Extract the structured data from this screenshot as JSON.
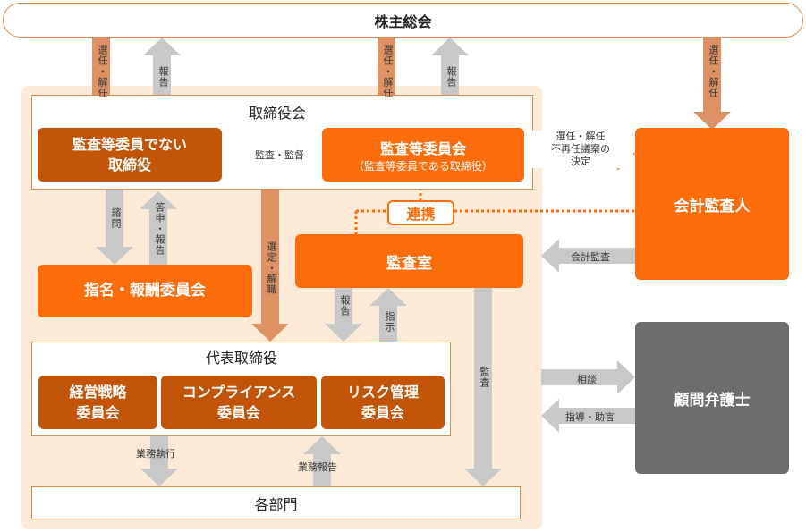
{
  "shareholders": "株主総会",
  "board": {
    "title": "取締役会",
    "non_committee": "監査等委員でない\n取締役",
    "committee_title": "監査等委員会",
    "committee_sub": "（監査等委員である取締役）"
  },
  "nomination": "指名・報酬委員会",
  "audit_office": "監査室",
  "collab": "連携",
  "rep": {
    "title": "代表取締役",
    "committees": [
      "経営戦略\n委員会",
      "コンプライアンス\n委員会",
      "リスク管理\n委員会"
    ]
  },
  "departments": "各部門",
  "auditor": "会計監査人",
  "lawyer": "顧問弁護士",
  "labels": {
    "appoint_1": "選任・解任",
    "report_1": "報告",
    "appoint_2": "選任・解任",
    "report_2": "報告",
    "appoint_3": "選任・解任",
    "audit_supervise": "監査・監督",
    "auditor_decision": "選任・解任\n不再任議案の\n決定",
    "inquiry": "諮問",
    "answer": "答申・報告",
    "select_dismiss": "選定・解職",
    "report_office": "報告",
    "instruct": "指示",
    "accounting_audit": "会計監査",
    "audit": "監査",
    "consult": "相談",
    "advice": "指導・助言",
    "exec": "業務執行",
    "biz_report": "業務報告"
  },
  "colors": {
    "dark_orange": "#c25408",
    "orange": "#ff6c0a",
    "arrow_orange": "#de9163",
    "arrow_gray": "#c8c8c8",
    "panel": "#fdebd7",
    "gray_box": "#6d6d6d"
  }
}
